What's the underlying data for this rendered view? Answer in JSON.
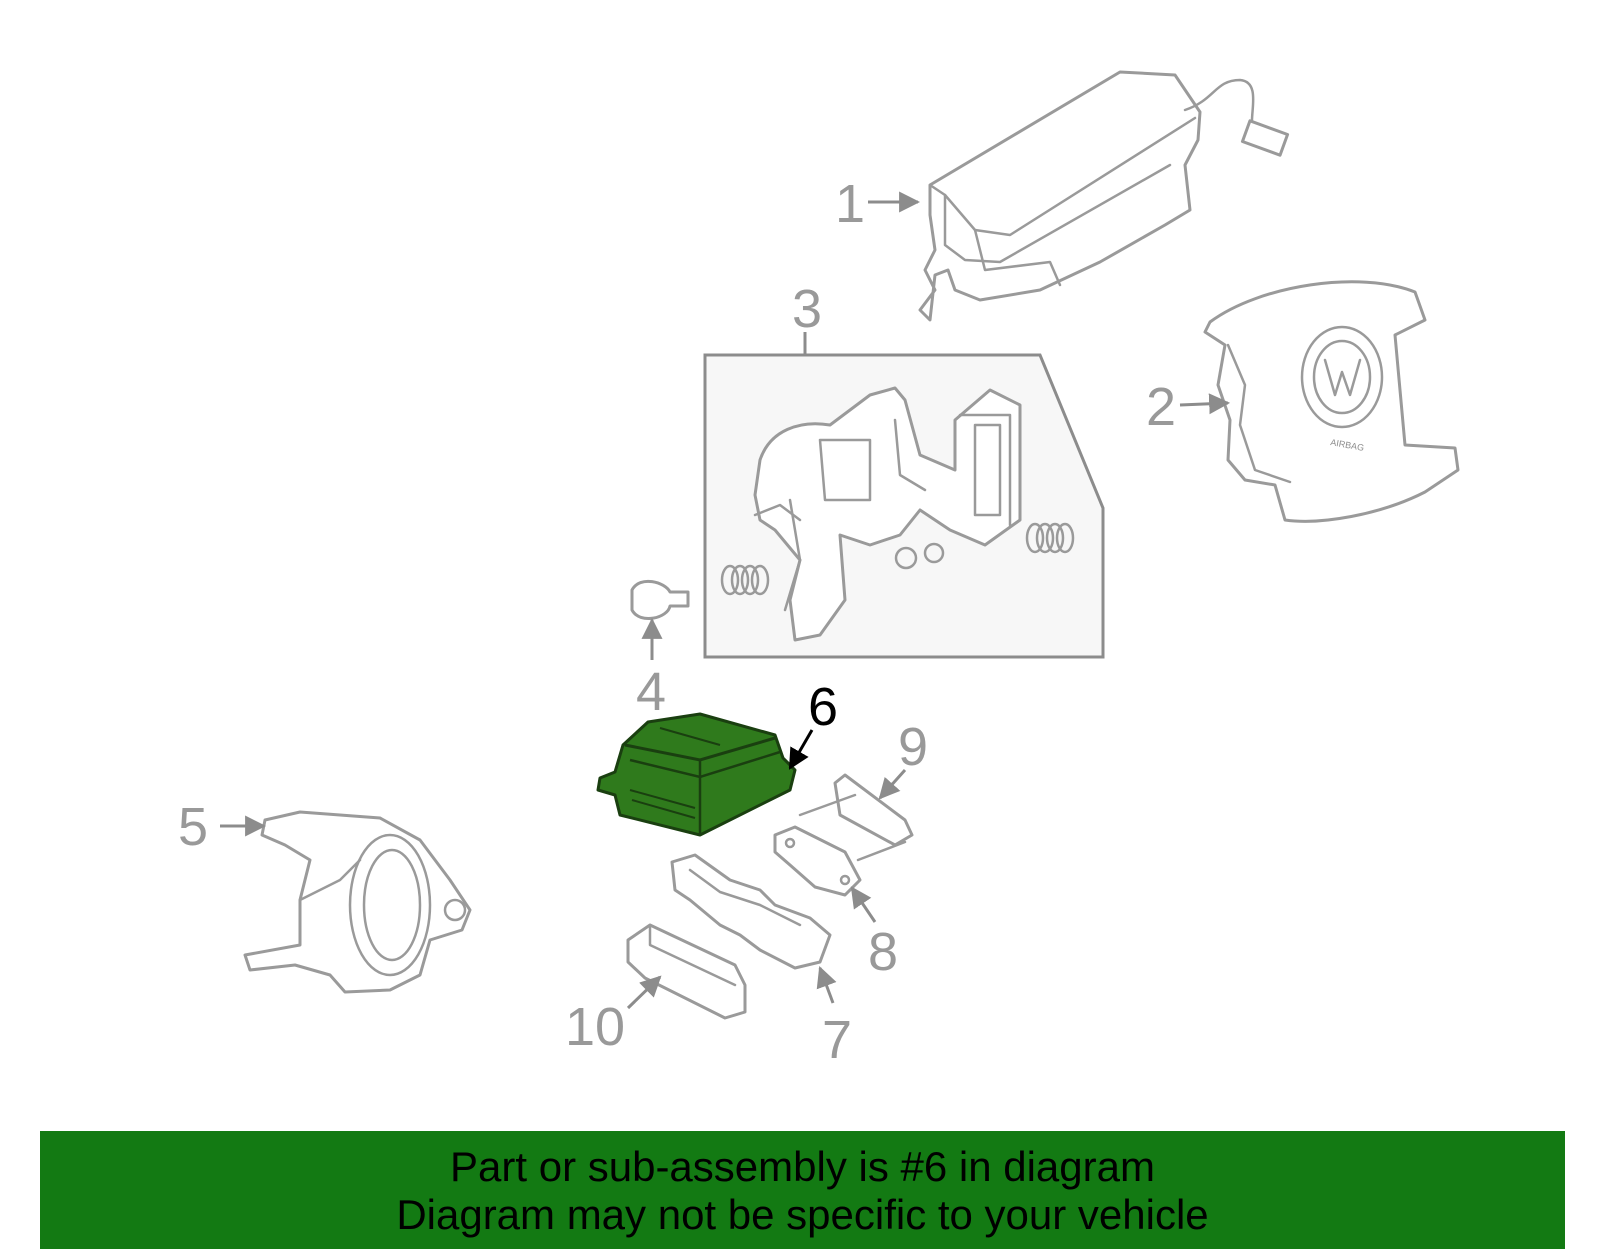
{
  "colors": {
    "highlight": "#2f7a1c",
    "line": "#9a9a9a",
    "footer_bg": "#137a13"
  },
  "callouts": [
    {
      "id": "1",
      "label": "1"
    },
    {
      "id": "2",
      "label": "2"
    },
    {
      "id": "3",
      "label": "3"
    },
    {
      "id": "4",
      "label": "4"
    },
    {
      "id": "5",
      "label": "5"
    },
    {
      "id": "6",
      "label": "6"
    },
    {
      "id": "7",
      "label": "7"
    },
    {
      "id": "8",
      "label": "8"
    },
    {
      "id": "9",
      "label": "9"
    },
    {
      "id": "10",
      "label": "10"
    }
  ],
  "highlighted_part": "6",
  "parts": {
    "steering_emblem_text": "AIRBAG"
  },
  "footer": {
    "line1": "Part or sub-assembly is #6 in diagram",
    "line2": "Diagram may not be specific to your vehicle"
  }
}
